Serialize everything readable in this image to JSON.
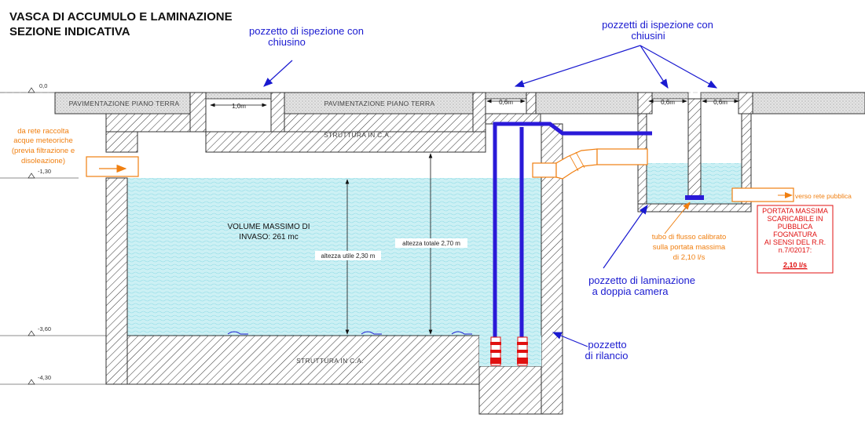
{
  "title": {
    "line1": "VASCA DI ACCUMULO E LAMINAZIONE",
    "line2": "SEZIONE INDICATIVA"
  },
  "callouts": {
    "pozzetto_ispezione_line1": "pozzetto di ispezione con",
    "pozzetto_ispezione_line2": "chiusino",
    "pozzetti_ispezione_line1": "pozzetti di ispezione con",
    "pozzetti_ispezione_line2": "chiusini",
    "laminazione_line1": "pozzetto di laminazione",
    "laminazione_line2": "a doppia camera",
    "rilancio_line1": "pozzetto",
    "rilancio_line2": "di rilancio"
  },
  "labels": {
    "pavimentazione": "PAVIMENTAZIONE PIANO TERRA",
    "struttura": "STRUTTURA IN C.A.",
    "width_1": "1,0m",
    "width_2": "0,6m",
    "width_3": "0,6m",
    "width_4": "0,6m",
    "volume_line1": "VOLUME MASSIMO DI",
    "volume_line2": "INVASO: 261 mc",
    "altezza_utile": "altezza utile 2,30 m",
    "altezza_totale": "altezza totale 2,70 m"
  },
  "inlet": {
    "line1": "da rete raccolta",
    "line2": "acque meteoriche",
    "line3": "(previa filtrazione e",
    "line4": "disoleazione)"
  },
  "outlet": {
    "label": "verso rete pubblica",
    "tubo_line1": "tubo di flusso calibrato",
    "tubo_line2": "sulla portata massima",
    "tubo_line3": "di 2,10 l/s"
  },
  "portata_box": {
    "line1": "PORTATA MASSIMA",
    "line2": "SCARICABILE IN",
    "line3": "PUBBLICA",
    "line4": "FOGNATURA",
    "line5": "AI SENSI DEL R.R.",
    "line6": "n.7/02017:",
    "value": "2,10 l/s"
  },
  "levels": {
    "l0": "0,0",
    "l1": "-1,30",
    "l2": "-3,60",
    "l3": "-4,30"
  },
  "colors": {
    "water": "#ccf0f4",
    "water_wave": "#7fd6e2",
    "pipe_blue": "#2a1ad8",
    "annotation_blue": "#1a1ad0",
    "annotation_orange": "#f07f10",
    "red": "#e01010",
    "hatch": "#333333"
  }
}
